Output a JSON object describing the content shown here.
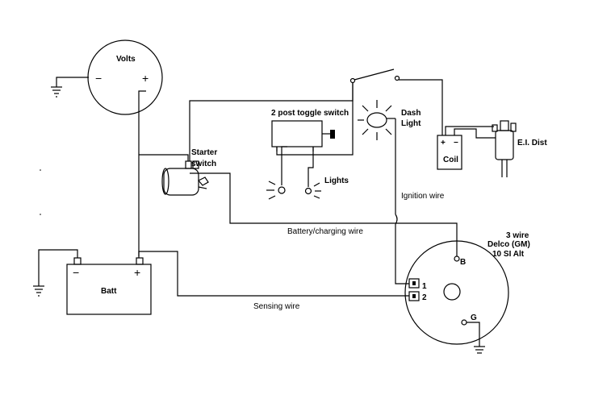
{
  "labels": {
    "volts": "Volts",
    "volts_minus": "−",
    "volts_plus": "+",
    "toggle_switch": "2 post toggle switch",
    "starter_line1": "Starter",
    "starter_line2": "switch",
    "lights": "Lights",
    "dash_line1": "Dash",
    "dash_line2": "Light",
    "coil": "Coil",
    "coil_plus": "+",
    "coil_minus": "−",
    "ei_dist": "E.I. Dist",
    "ignition_wire": "Ignition wire",
    "battery_charging_wire": "Battery/charging wire",
    "alt_line1": "3 wire",
    "alt_line2": "Delco (GM)",
    "alt_line3": "10 SI Alt",
    "terminal_b": "B",
    "terminal_g": "G",
    "terminal_1": "1",
    "terminal_2": "2",
    "batt": "Batt",
    "batt_minus": "−",
    "batt_plus": "+",
    "sensing_wire": "Sensing wire"
  },
  "colors": {
    "line": "#000000",
    "background": "#ffffff"
  }
}
